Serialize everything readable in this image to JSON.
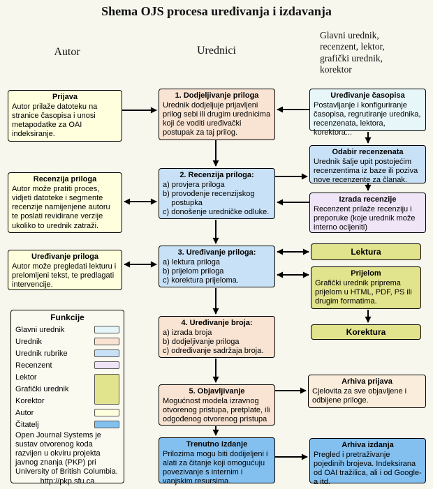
{
  "title": "Shema OJS procesa uređivanja i izdavanja",
  "column_headers": {
    "autor": "Autor",
    "urednici": "Urednici",
    "others": "Glavni urednik,\nrecenzent, lektor,\ngrafički urednik,\nkorektor"
  },
  "boxes": {
    "prijava": {
      "title": "Prijava",
      "body": "Autor prilaže datoteku na stranice časopisa i unosi metapodatke za OAI indeksiranje."
    },
    "recenzija_priloga": {
      "title": "Recenzija priloga",
      "body": "Autor može pratiti proces, vidjeti datoteke i segmente recenzije namijenjene autoru te poslati revidirane verzije ukoliko to urednik zatraži."
    },
    "uredjivanje_priloga": {
      "title": "Uređivanje priloga",
      "body": "Autor može pregledati lekturu i prelomljeni tekst, te predlagati intervencije."
    },
    "dodjeljivanje": {
      "title": "1. Dodjeljivanje priloga",
      "body": "Urednik dodjeljuje prijavljeni prilog sebi ili drugim urednicima koji će voditi uređivački postupak za taj prilog."
    },
    "recenzija": {
      "title": "2. Recenzija priloga:",
      "body": "a) provjera priloga\nb) provođenje recenzijskog\n    postupka\nc) donošenje uredničke odluke."
    },
    "uredjivanje": {
      "title": "3. Uređivanje priloga:",
      "body": "a) lektura priloga\nb) prijelom priloga\nc) korektura prijeloma."
    },
    "broj": {
      "title": "4. Uređivanje broja:",
      "body": "a) izrada broja\nb) dodjeljivanje priloga\nc) određivanje sadržaja broja."
    },
    "objavljivanje": {
      "title": "5. Objavljivanje",
      "body": "Mogućnost modela izravnog otvorenog pristupa, pretplate, ili odgođenog otvorenog pristupa"
    },
    "trenutno_izdanje": {
      "title": "Trenutno izdanje",
      "body": "Prilozima mogu biti dodijeljeni i alati za čitanje koji omogućuju povezivanje s internim i vanjskim resursima."
    },
    "uredjivanje_casopisa": {
      "title": "Uređivanje časopisa",
      "body": "Postavljanje i konfiguriranje časopisa, regrutiranje urednika, recenzenata, lektora, korektora..."
    },
    "odabir_recenzenata": {
      "title": "Odabir recenzenata",
      "body": "Urednik šalje upit postojećim recenzentima iz baze ili poziva nove recenzente za članak."
    },
    "izrada_recenzije": {
      "title": "Izrada recenzije",
      "body": "Recenzent prilaže recenziju i preporuke (koje urednik može interno ocijeniti)"
    },
    "lektura": {
      "title": "Lektura"
    },
    "prijelom": {
      "title": "Prijelom",
      "body": "Grafički urednik priprema prijelom u HTML, PDF, PS ili drugim formatima."
    },
    "korektura": {
      "title": "Korektura"
    },
    "arhiva_prijava": {
      "title": "Arhiva prijava",
      "body": "Cjelovita za sve objavljene i odbijene priloge."
    },
    "arhiva_izdanja": {
      "title": "Arhiva izdanja",
      "body": "Pregled i pretraživanje pojedinih brojeva. Indeksirana od OAI tražilica, ali i od Google-a itd."
    }
  },
  "legend": {
    "title": "Funkcije",
    "items": [
      {
        "label": "Glavni urednik",
        "color": "#e7f6f8"
      },
      {
        "label": "Urednik",
        "color": "#f9e3d2"
      },
      {
        "label": "Urednik rubrike",
        "color": "#c9e1f6"
      },
      {
        "label": "Recenzent",
        "color": "#efe5f7"
      },
      {
        "label": "Lektor"
      },
      {
        "label": "Grafički urednik"
      },
      {
        "label": "Korektor"
      },
      {
        "label": "Autor",
        "color": "#ffffde"
      },
      {
        "label": "Čitatelj",
        "color": "#83c0f0"
      }
    ],
    "group_color": "#e2e38d",
    "note": "Open Journal Systems je sustav otvorenog koda razvijen u okviru projekta javnog znanja (PKP) pri University of British Columbia.",
    "url": "http://pkp.sfu.ca"
  },
  "colors": {
    "background": "#f7f7ee",
    "arrow": "#000000",
    "box_border": "#000000",
    "reader_blue": "#83c0f0",
    "archive_cream": "#fbeddb"
  }
}
